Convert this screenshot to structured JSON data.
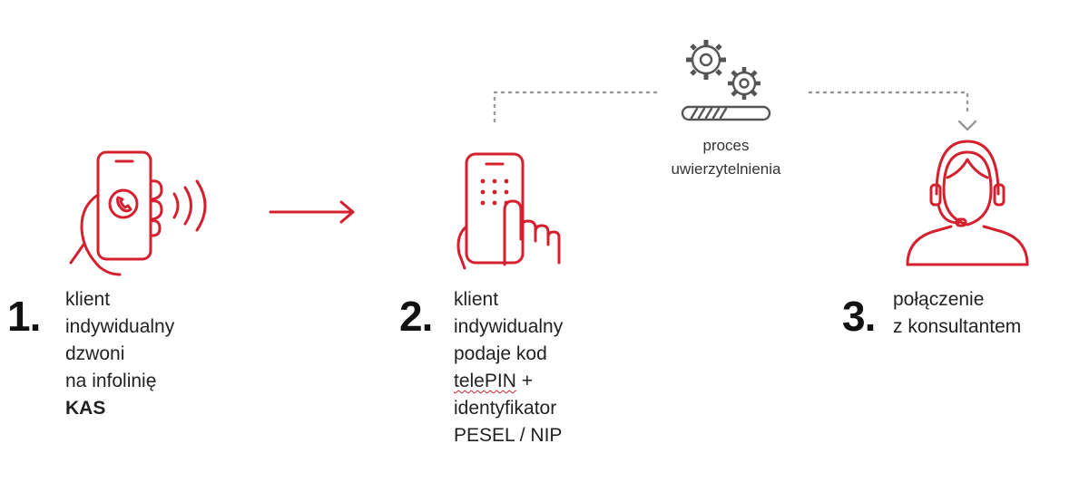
{
  "colors": {
    "accent": "#d4202f",
    "icon_gray": "#555555",
    "dotted": "#999999",
    "text": "#222222"
  },
  "process": {
    "label_line1": "proces",
    "label_line2": "uwierzytelnienia",
    "icons": [
      "gears-icon",
      "progress-bar-icon"
    ]
  },
  "steps": [
    {
      "number": "1.",
      "icon": "phone-call-hand-icon",
      "lines": [
        "klient",
        "indywidualny",
        "dzwoni",
        "na infolinię"
      ],
      "bold_line": "KAS"
    },
    {
      "number": "2.",
      "icon": "phone-keypad-touch-icon",
      "lines": [
        "klient",
        "indywidualny",
        "podaje kod"
      ],
      "underlined_word": "telePIN",
      "underlined_suffix": " +",
      "lines_after": [
        "identyfikator",
        "PESEL / NIP"
      ]
    },
    {
      "number": "3.",
      "icon": "consultant-headset-icon",
      "lines": [
        "połączenie",
        "z konsultantem"
      ]
    }
  ]
}
